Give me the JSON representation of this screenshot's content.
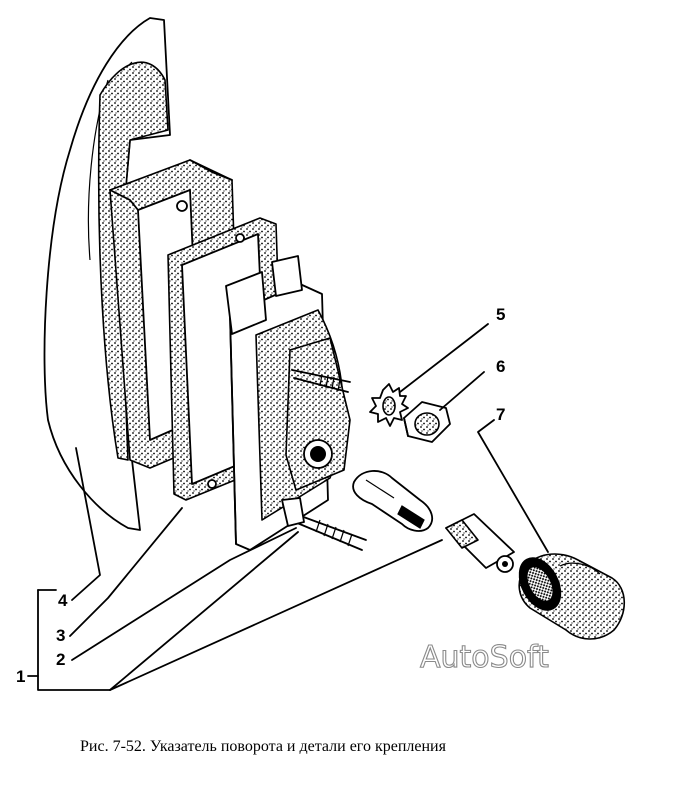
{
  "figure": {
    "caption": "Рис. 7-52. Указатель поворота и детали его крепления",
    "watermark": "AutoSoft",
    "callouts": {
      "c1": "1",
      "c2": "2",
      "c3": "3",
      "c4": "4",
      "c5": "5",
      "c6": "6",
      "c7": "7"
    }
  },
  "colors": {
    "ink": "#000000",
    "paper": "#ffffff",
    "watermark_outline": "#8a8a8a"
  }
}
